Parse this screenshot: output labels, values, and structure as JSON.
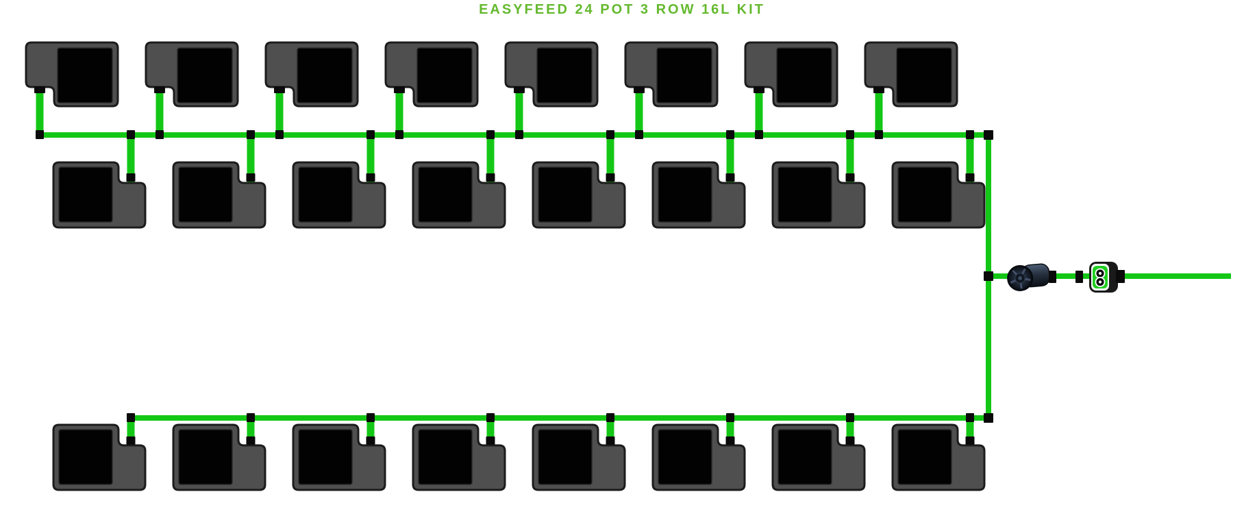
{
  "title": {
    "text": "EASYFEED 24 POT 3 ROW 16L KIT"
  },
  "colors": {
    "background": "#ffffff",
    "title_green": "#64b92e",
    "tube_green": "#14c716",
    "fitting_black": "#0a0a0a",
    "tray_gray": "#4f4f4f",
    "tray_outline": "#1c1c1c",
    "pot_black": "#020202",
    "pot_outline": "#2a2a2a",
    "device_green": "#22ce22",
    "device_white": "#ffffff",
    "device_black": "#1a1a1a",
    "pump_dark": "#0b0f15",
    "pump_mid": "#273140",
    "pump_light": "#4e5f76",
    "pump_vane": "#42516a"
  },
  "diagram": {
    "total_pots": 24,
    "rows": [
      {
        "id": "row-top",
        "pot_count": 8,
        "feed_side": "bottom-left"
      },
      {
        "id": "row-middle",
        "pot_count": 8,
        "feed_side": "top-right"
      },
      {
        "id": "row-bottom",
        "pot_count": 8,
        "feed_side": "top-right"
      }
    ],
    "components": [
      {
        "name": "pot-with-easyfeed-tray",
        "count": 24
      },
      {
        "name": "manifold-line",
        "count": 2
      },
      {
        "name": "main-riser-line",
        "count": 1
      },
      {
        "name": "inline-pump-tap",
        "count": 1
      },
      {
        "name": "dual-outlet-feeder-unit",
        "count": 1
      },
      {
        "name": "supply-line",
        "count": 1
      }
    ]
  }
}
